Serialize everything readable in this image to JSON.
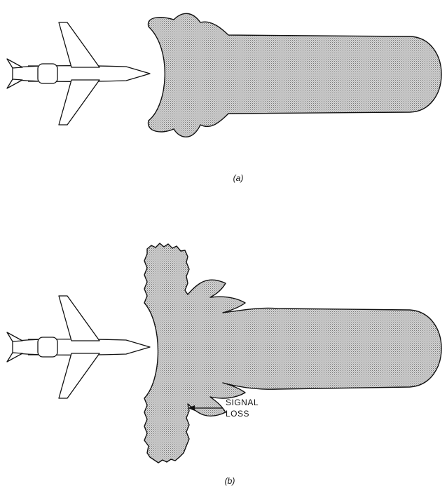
{
  "panels": [
    {
      "caption": "(a)"
    },
    {
      "caption": "(b)",
      "annotation": [
        "SIGNAL",
        "LOSS"
      ]
    }
  ],
  "colors": {
    "ink": "#111111",
    "stipple_fill": "#c4c4c4",
    "background": "#ffffff"
  }
}
